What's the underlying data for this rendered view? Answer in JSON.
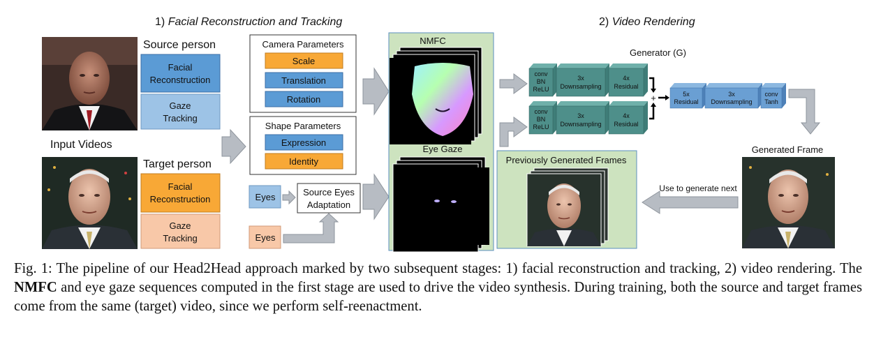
{
  "stages": {
    "stage1": {
      "number": "1)",
      "title": "Facial Reconstruction and Tracking"
    },
    "stage2": {
      "number": "2)",
      "title": "Video Rendering"
    }
  },
  "input_videos_label": "Input Videos",
  "source": {
    "title": "Source person",
    "box1": [
      "Facial",
      "Reconstruction"
    ],
    "box2": [
      "Gaze",
      "Tracking"
    ],
    "eyes": "Eyes"
  },
  "target": {
    "title": "Target person",
    "box1": [
      "Facial",
      "Reconstruction"
    ],
    "box2": [
      "Gaze",
      "Tracking"
    ],
    "eyes": "Eyes"
  },
  "camera": {
    "title": "Camera Parameters",
    "items": [
      "Scale",
      "Translation",
      "Rotation"
    ]
  },
  "shape": {
    "title": "Shape Parameters",
    "items": [
      "Expression",
      "Identity"
    ]
  },
  "adaptation": [
    "Source Eyes",
    "Adaptation"
  ],
  "nmfc_label": "NMFC",
  "eye_gaze_label": "Eye Gaze",
  "generator_label": "Generator (G)",
  "generator": {
    "row_blocks": [
      [
        "conv",
        "BN",
        "ReLU"
      ],
      [
        "3x",
        "Downsampling"
      ],
      [
        "4x",
        "Residual"
      ]
    ],
    "merge_blocks": [
      [
        "5x",
        "Residual"
      ],
      [
        "3x",
        "Downsampling"
      ],
      [
        "conv",
        "Tanh"
      ]
    ],
    "plus": "+"
  },
  "previous_frames_label": "Previously Generated Frames",
  "generated_frame_label": "Generated Frame",
  "use_next_label": "Use to generate next",
  "caption": {
    "fig": "Fig. 1:",
    "text_a": "The pipeline of our Head2Head approach marked by two subsequent stages: 1) facial reconstruction and tracking, 2) video rendering. The",
    "bold_nmfc": "NMFC",
    "text_b": "and eye gaze sequences computed in the first stage are used to drive the video synthesis. During training, both the source and target frames come from the same (target) video, since we perform self-reenactment."
  },
  "colors": {
    "orange": "#f8a836",
    "peach": "#f8c8a8",
    "blue": "#5b9bd5",
    "light_blue": "#9dc3e6",
    "green_panel": "#cde3bf",
    "teal_block": "#4e8f8a",
    "gray_arrow": "#b7bcc3"
  }
}
